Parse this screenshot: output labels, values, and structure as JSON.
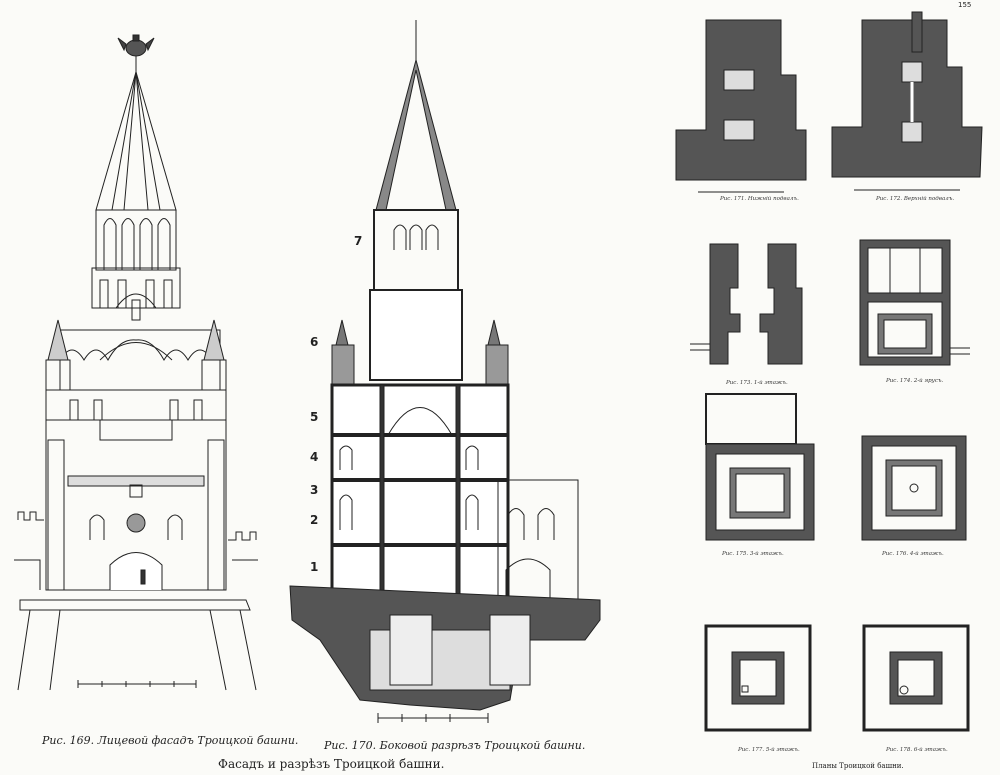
{
  "page_number": "155",
  "figures": {
    "fig169": {
      "caption": "Рис. 169. Лицевой фасадъ Троицкой башни."
    },
    "fig170": {
      "caption": "Рис. 170. Боковой разрѣзъ Троицкой башни.",
      "floor_numbers": [
        "7",
        "6",
        "5",
        "4",
        "3",
        "2",
        "1"
      ]
    },
    "fig171": {
      "caption": "Рис. 171. Нижній подвалъ."
    },
    "fig172": {
      "caption": "Рис. 172. Верхній подвалъ."
    },
    "fig173": {
      "caption": "Рис. 173. 1-й этажъ."
    },
    "fig174": {
      "caption": "Рис. 174. 2-й ярусъ."
    },
    "fig175": {
      "caption": "Рис. 175. 3-й этажъ."
    },
    "fig176": {
      "caption": "Рис. 176. 4-й этажъ."
    },
    "fig177": {
      "caption": "Рис. 177. 5-й этажъ."
    },
    "fig178": {
      "caption": "Рис. 178. 6-й этажъ."
    }
  },
  "group_captions": {
    "left": "Фасадъ и разрѣзъ Троицкой башни.",
    "right": "Планы Троицкой башни."
  }
}
